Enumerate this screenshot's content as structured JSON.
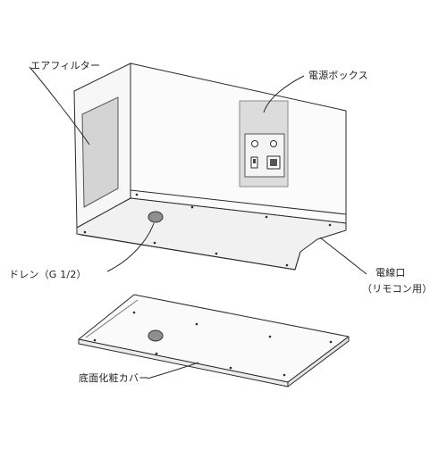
{
  "labels": {
    "air_filter": "エアフィルター",
    "power_box": "電源ボックス",
    "drain": "ドレン（G 1/2）",
    "wire_port": "電線口",
    "wire_port_note": "（リモコン用）",
    "bottom_cover": "底面化粧カバー"
  },
  "colors": {
    "line": "#2a2a2a",
    "box_face": "#f7f7f7",
    "filter": "#d4d4d4",
    "panel": "#dcdcdc",
    "hole": "#8f8f8f"
  }
}
